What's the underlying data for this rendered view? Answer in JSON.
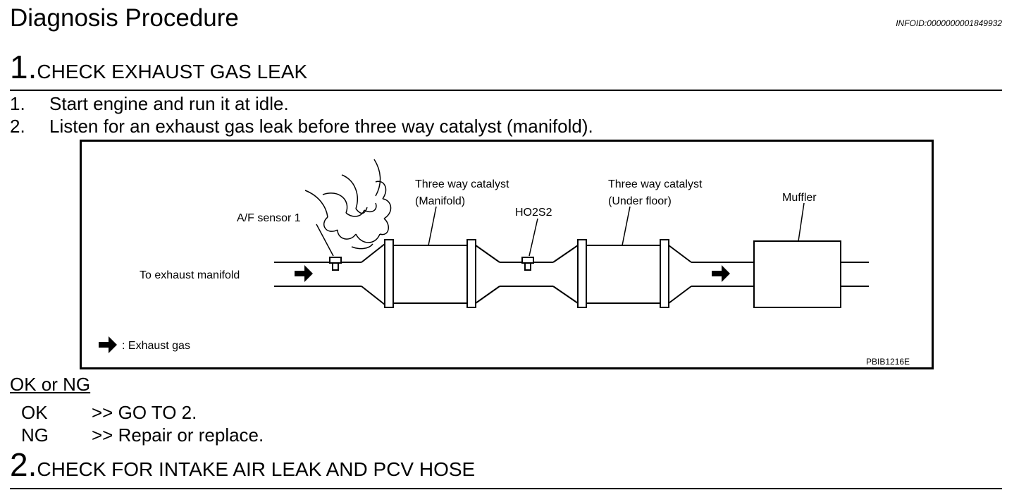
{
  "header": {
    "title": "Diagnosis Procedure",
    "info_id": "INFOID:0000000001849932"
  },
  "step1": {
    "number": "1.",
    "title": "CHECK EXHAUST GAS LEAK",
    "items": [
      {
        "num": "1.",
        "text": "Start engine and run it at idle."
      },
      {
        "num": "2.",
        "text": "Listen for an exhaust gas leak before three way catalyst (manifold)."
      }
    ]
  },
  "diagram": {
    "labels": {
      "af_sensor": "A/F sensor 1",
      "twc_manifold_line1": "Three way catalyst",
      "twc_manifold_line2": "(Manifold)",
      "ho2s2": "HO2S2",
      "twc_underfloor_line1": "Three way catalyst",
      "twc_underfloor_line2": "(Under floor)",
      "muffler": "Muffler",
      "to_exhaust_manifold": "To exhaust manifold",
      "legend": ": Exhaust gas",
      "code": "PBIB1216E"
    }
  },
  "result": {
    "heading": "OK or NG",
    "rows": [
      {
        "key": "OK",
        "value": ">> GO TO 2."
      },
      {
        "key": "NG",
        "value": ">> Repair or replace."
      }
    ]
  },
  "step2": {
    "number": "2.",
    "title": "CHECK FOR INTAKE AIR LEAK AND PCV HOSE"
  }
}
